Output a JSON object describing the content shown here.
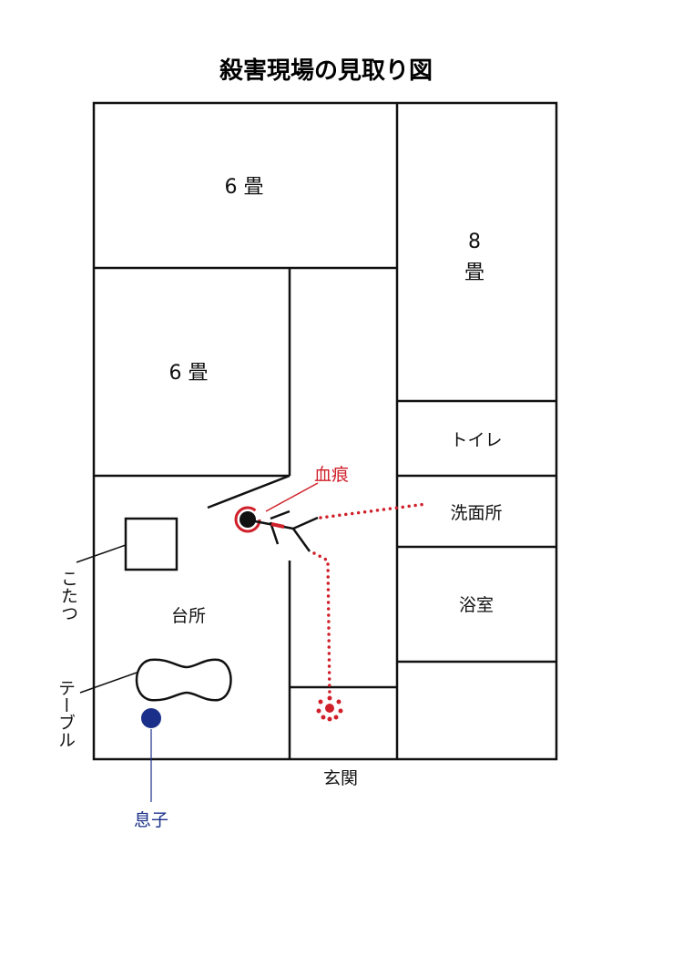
{
  "title": "殺害現場の見取り図",
  "rooms": {
    "tatami_top": "6 畳",
    "tatami_mid": "6 畳",
    "tatami_right_num": "8",
    "tatami_right_unit": "畳",
    "toilet": "トイレ",
    "washroom": "洗面所",
    "bathroom": "浴室",
    "kitchen": "台所",
    "entrance": "玄関"
  },
  "labels": {
    "blood": "血痕",
    "kotatsu": "こたつ",
    "table": "テーブル",
    "son": "息子"
  },
  "colors": {
    "blood": "#d0202a",
    "son": "#1a2f8a",
    "line": "#111111"
  }
}
